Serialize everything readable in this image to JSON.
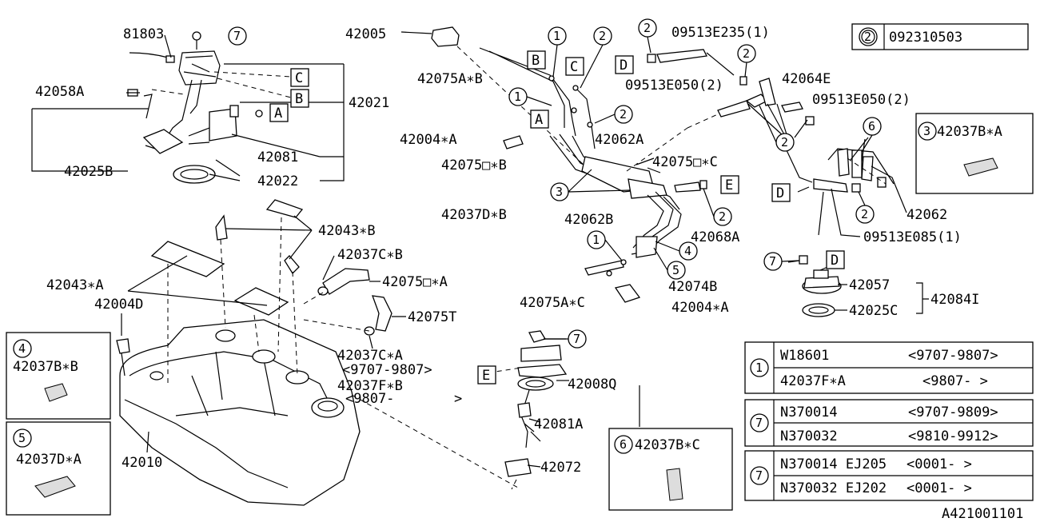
{
  "header_code": "092310503",
  "header_marker": "2",
  "drawing_code": "A421001101",
  "callouts": {
    "p81803": "81803",
    "p42058A": "42058A",
    "p42021": "42021",
    "p42081": "42081",
    "p42022": "42022",
    "p42025B": "42025B",
    "p42005": "42005",
    "p42075AB": "42075A∗B",
    "p42004A_top": "42004∗A",
    "p42075OB": "42075□∗B",
    "p42037DB": "42037D∗B",
    "p42062A": "42062A",
    "p42062B": "42062B",
    "p42075OC": "42075□∗C",
    "p42068A": "42068A",
    "p42074B": "42074B",
    "p42075AC": "42075A∗C",
    "p42004A_bot": "42004∗A",
    "p09513E235": "09513E235(1)",
    "p09513E050_2a": "09513E050(2)",
    "p42064E": "42064E",
    "p09513E050_2b": "09513E050(2)",
    "p42062": "42062",
    "p09513E085": "09513E085(1)",
    "p42057": "42057",
    "p42084I": "42084I",
    "p42025C": "42025C",
    "p42043B": "42043∗B",
    "p42037CB": "42037C∗B",
    "p42075OA": "42075□∗A",
    "p42043A": "42043∗A",
    "p42004D": "42004D",
    "p42075T": "42075T",
    "p42037CA": "42037C∗A",
    "p9707_9807": "<9707-9807>",
    "p42037FB": "42037F∗B",
    "p9807": "<9807-",
    "p9807_close": ">",
    "p42008Q": "42008Q",
    "p42081A": "42081A",
    "p42072": "42072",
    "p42010": "42010"
  },
  "letter_markers": [
    "A",
    "B",
    "C",
    "D",
    "E"
  ],
  "circle_markers": [
    "1",
    "2",
    "3",
    "4",
    "5",
    "6",
    "7"
  ],
  "inset_boxes": [
    {
      "marker": "3",
      "label": "42037B∗A"
    },
    {
      "marker": "4",
      "label": "42037B∗B"
    },
    {
      "marker": "5",
      "label": "42037D∗A"
    },
    {
      "marker": "6",
      "label": "42037B∗C"
    }
  ],
  "variant_tables": [
    {
      "marker": "1",
      "rows": [
        {
          "part": "W18601",
          "range": "<9707-9807>"
        },
        {
          "part": "42037F∗A",
          "range": "<9807-    >"
        }
      ]
    },
    {
      "marker": "7",
      "rows": [
        {
          "part": "N370014",
          "range": "<9707-9809>"
        },
        {
          "part": "N370032",
          "range": "<9810-9912>"
        }
      ]
    },
    {
      "marker": "7",
      "rows": [
        {
          "part": "N370014 EJ205",
          "range": "<0001-    >"
        },
        {
          "part": "N370032 EJ202",
          "range": "<0001-    >"
        }
      ]
    }
  ]
}
